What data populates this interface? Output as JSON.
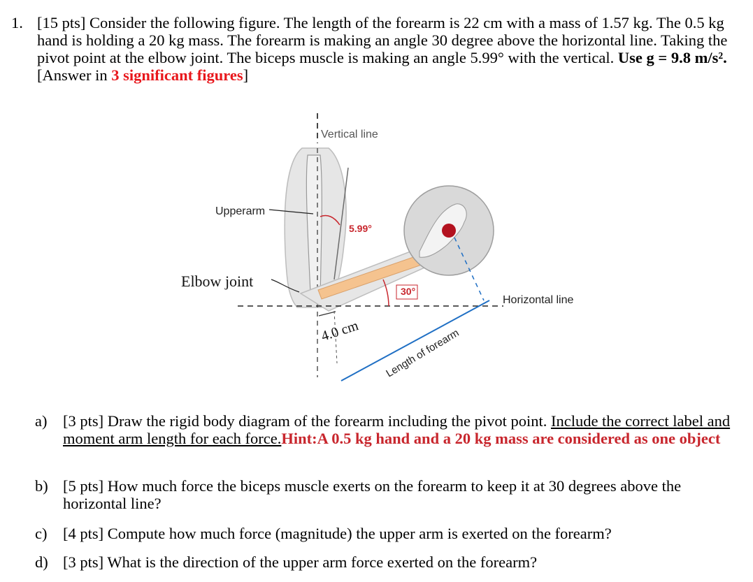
{
  "question": {
    "number": "1.",
    "points": "[15 pts]",
    "text_a": "Consider the following figure. The length of the forearm is 22 cm with a mass of 1.57 kg. The 0.5 kg hand is holding a 20 kg mass. The forearm is making an angle 30 degree above the horizontal line. Taking the pivot point at the elbow joint. The biceps muscle is making an angle 5.99° with the vertical.",
    "use_label": "Use g",
    "use_value": "= 9.8 m/s².",
    "answer_open": "[Answer in",
    "answer_red": "3 significant figures",
    "answer_close": "]"
  },
  "figure": {
    "vertical_line": "Vertical line",
    "upperarm": "Upperarm",
    "angle_biceps": "5.99°",
    "elbow_joint": "Elbow joint",
    "angle_forearm": "30°",
    "horizontal_line": "Horizontal line",
    "distance": "4.0 cm",
    "forearm_length": "Length of forearm",
    "colors": {
      "skin": "#e6e6e6",
      "bone": "#f5c38f",
      "mass": "#b3121f",
      "line": "#1f6fc4"
    }
  },
  "parts": [
    {
      "label": "a)",
      "points": "[3 pts]",
      "text": "Draw the rigid body diagram of the forearm including the pivot point.",
      "underlined": "Include the correct label and moment arm length for each force.",
      "hint": "Hint:A 0.5 kg hand and a 20 kg mass are considered as one object"
    },
    {
      "label": "b)",
      "points": "[5 pts]",
      "text": "How much force the biceps muscle exerts on the forearm to keep it at 30 degrees above the horizontal line?"
    },
    {
      "label": "c)",
      "points": "[4 pts]",
      "text": "Compute how much force (magnitude) the upper arm is exerted on the forearm?"
    },
    {
      "label": "d)",
      "points": "[3 pts]",
      "text": "What is the direction of the upper arm force exerted on the forearm?"
    }
  ]
}
